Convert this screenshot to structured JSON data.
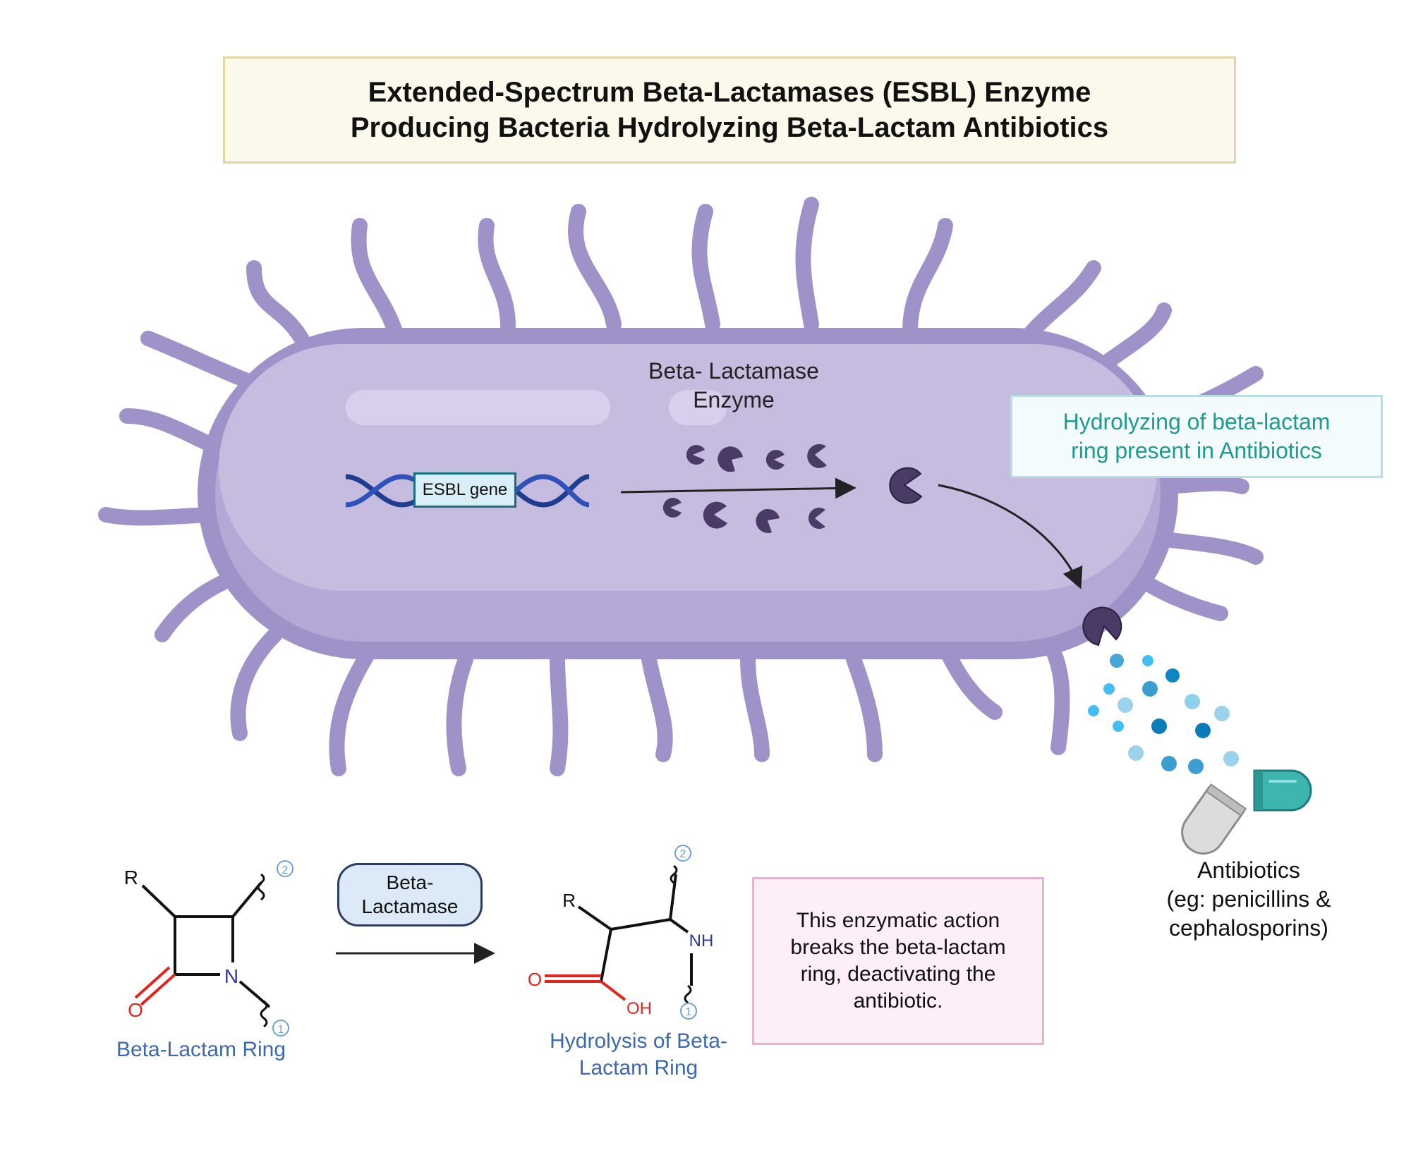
{
  "title": {
    "line1": "Extended-Spectrum Beta-Lactamases (ESBL) Enzyme",
    "line2": "Producing Bacteria Hydrolyzing Beta-Lactam Antibiotics"
  },
  "bacterium": {
    "esbl_gene_label": "ESBL gene",
    "enzyme_label_line1": "Beta- Lactamase",
    "enzyme_label_line2": "Enzyme"
  },
  "hydrolyzing_note": {
    "line1": "Hydrolyzing of beta-lactam",
    "line2": "ring present in Antibiotics"
  },
  "antibiotics": {
    "line1": "Antibiotics",
    "line2": "(eg: penicillins &",
    "line3": "cephalosporins)"
  },
  "reaction": {
    "enzyme_pill_line1": "Beta-",
    "enzyme_pill_line2": "Lactamase",
    "substrate_caption": "Beta-Lactam Ring",
    "product_caption_line1": "Hydrolysis of Beta-",
    "product_caption_line2": "Lactam Ring",
    "substrate_atoms": {
      "r": "R",
      "o": "O",
      "n": "N",
      "site1": "1",
      "site2": "2"
    },
    "product_atoms": {
      "r": "R",
      "o": "O",
      "oh": "OH",
      "nh": "NH",
      "site1": "1",
      "site2": "2"
    }
  },
  "explanation": {
    "line1": "This enzymatic action",
    "line2": "breaks the beta-lactam",
    "line3": "ring, deactivating the",
    "line4": "antibiotic."
  },
  "colors": {
    "cell_body": "#c3b8dc",
    "cell_membrane": "#9e92c8",
    "enzyme": "#4a3a66",
    "dna": "#1f3d8f",
    "accent_teal": "#1f9a8f",
    "caption_blue": "#3c68ad",
    "oxygen_red": "#e0261f",
    "nitrogen_blue": "#2b3b9a"
  },
  "icons": [
    "bacterium-icon",
    "dna-helix-icon",
    "enzyme-pacman-icon",
    "capsule-icon",
    "antibiotic-granule-icon"
  ]
}
